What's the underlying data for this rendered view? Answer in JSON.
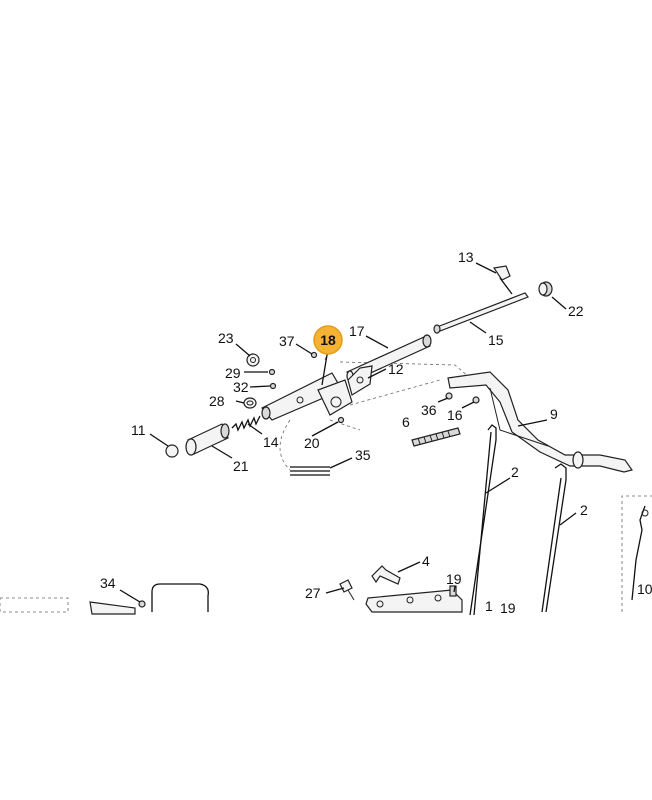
{
  "highlight_color": "#f5b335",
  "callouts": {
    "c13": "13",
    "c22": "22",
    "c15": "15",
    "c17": "17",
    "c18": "18",
    "c37": "37",
    "c23": "23",
    "c29": "29",
    "c32": "32",
    "c28": "28",
    "c12": "12",
    "c6": "6",
    "c36": "36",
    "c16": "16",
    "c9": "9",
    "c11": "11",
    "c14": "14",
    "c21": "21",
    "c20": "20",
    "c35": "35",
    "c2a": "2",
    "c2b": "2",
    "c4": "4",
    "c19a": "19",
    "c1": "1",
    "c19b": "19",
    "c27": "27",
    "c34": "34",
    "c10": "10"
  }
}
